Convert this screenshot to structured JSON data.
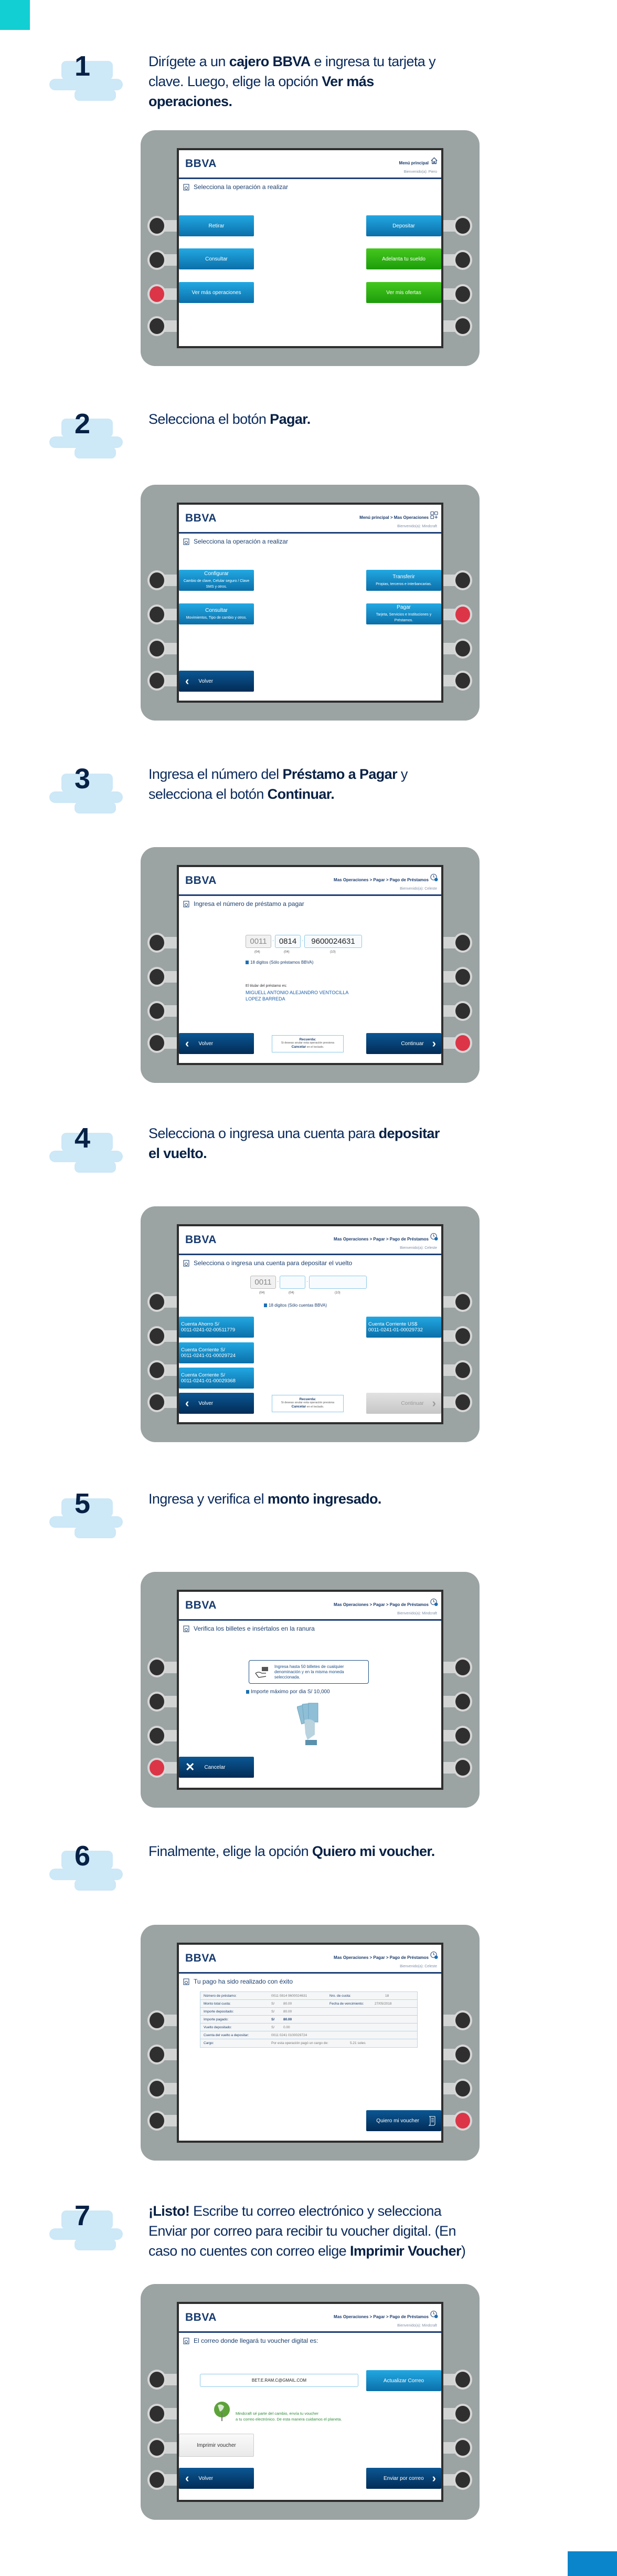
{
  "steps": [
    {
      "number": "1",
      "lines": [
        [
          {
            "t": "Dirígete a un "
          },
          {
            "t": "cajero BBVA"
          },
          {
            "t": " e ingresa tu tarjeta y"
          }
        ],
        [
          {
            "t": "clave. Luego, elige la opción "
          },
          {
            "t": "Ver más"
          }
        ],
        [
          {
            "t": "operaciones."
          }
        ]
      ]
    },
    {
      "number": "2",
      "lines": [
        [
          {
            "t": "Selecciona el botón "
          },
          {
            "t": "Pagar."
          }
        ]
      ]
    },
    {
      "number": "3",
      "lines": [
        [
          {
            "t": "Ingresa el número del "
          },
          {
            "t": "Préstamo a Pagar"
          },
          {
            "t": " y"
          }
        ],
        [
          {
            "t": "selecciona el botón "
          },
          {
            "t": "Continuar."
          }
        ]
      ]
    },
    {
      "number": "4",
      "lines": [
        [
          {
            "t": "Selecciona o ingresa una cuenta para "
          },
          {
            "t": "depositar"
          }
        ],
        [
          {
            "t": "el vuelto."
          }
        ]
      ]
    },
    {
      "number": "5",
      "lines": [
        [
          {
            "t": "Ingresa y verifica el "
          },
          {
            "t": "monto ingresado."
          }
        ]
      ]
    },
    {
      "number": "6",
      "lines": [
        [
          {
            "t": "Finalmente, elige la opción "
          },
          {
            "t": "Quiero mi voucher."
          }
        ]
      ]
    },
    {
      "number": "7",
      "lines": [
        [
          {
            "t": "¡Listo!"
          },
          {
            "t": " Escribe tu correo electrónico y selecciona"
          }
        ],
        [
          {
            "t": "Enviar por correo para recibir tu voucher digital. (En"
          }
        ],
        [
          {
            "t": "caso no cuentes con correo elige "
          },
          {
            "t": "Imprimir Voucher"
          },
          {
            "t": ")"
          }
        ]
      ]
    }
  ],
  "brand": "BBVA",
  "screens": {
    "s1": {
      "crumb": "Menú principal",
      "welcome": "Bienvenido(a): Piero",
      "title": "Selecciona la operación a realizar",
      "buttons": {
        "retirar": "Retirar",
        "depositar": "Depositar",
        "consultar": "Consultar",
        "adelanta": "Adelanta tu sueldo",
        "ver_mas": "Ver más operaciones",
        "ofertas": "Ver mis ofertas"
      }
    },
    "s2": {
      "crumb": "Menú principal > Mas Operaciones",
      "welcome": "Bienvenido(a): Mindcraft",
      "title": "Selecciona la operación a realizar",
      "buttons": {
        "configurar": "Configurar",
        "configurar_sub": "Cambio de clave, Celular seguro / Clave SMS y otros.",
        "transferir": "Transferir",
        "transferir_sub": "Propias, terceros e interbancarias.",
        "consultar": "Consultar",
        "consultar_sub": "Movimientos, Tipo de cambio y otros.",
        "pagar": "Pagar",
        "pagar_sub": "Tarjeta, Servicios e Instituciones y Préstamos.",
        "volver": "Volver"
      }
    },
    "s3": {
      "crumb": "Mas Operaciones > Pagar > Pago de Préstamos",
      "welcome": "Bienvenido(a): Celeste",
      "title": "Ingresa el número de préstamo a pagar",
      "fields": [
        "0011",
        "0814",
        "9600024631"
      ],
      "digits": [
        "(04)",
        "(04)",
        "(10)"
      ],
      "info": "18 digitos (Sólo préstamos BBVA)",
      "holder_label": "El titular del préstamo es:",
      "holder_lines": [
        "MIGUELL ANTONIO ALEJANDRO VENTOCILLA",
        "LOPEZ BARREDA"
      ],
      "reminder_title": "Recuerda:",
      "reminder_text": "Si deseas anular esta operación presiona",
      "reminder_bold": "Cancelar",
      "reminder_end": " en el teclado.",
      "volver": "Volver",
      "continuar": "Continuar"
    },
    "s4": {
      "crumb": "Mas Operaciones > Pagar > Pago de Préstamos",
      "welcome": "Bienvenido(a): Celeste",
      "title": "Selecciona o ingresa una cuenta para depositar el vuelto",
      "fields": [
        "0011",
        "",
        ""
      ],
      "digits": [
        "(04)",
        "(04)",
        "(10)"
      ],
      "info": "18 digitos (Sólo cuentas BBVA)",
      "accounts": [
        {
          "name": "Cuenta Ahorro S/",
          "number": "0011-0241-02-00511779"
        },
        {
          "name": "Cuenta Corriente S/",
          "number": "0011-0241-01-00029724"
        },
        {
          "name": "Cuenta Corriente S/",
          "number": "0011-0241-01-00029368"
        },
        {
          "name": "Cuenta Corriente US$",
          "number": "0011-0241-01-00029732"
        }
      ],
      "reminder_title": "Recuerda:",
      "reminder_text": "Si deseas anular esta operación presiona",
      "reminder_bold": "Cancelar",
      "reminder_end": " en el teclado.",
      "volver": "Volver",
      "continuar": "Continuar"
    },
    "s5": {
      "crumb": "Mas Operaciones > Pagar > Pago de Préstamos",
      "welcome": "Bienvenido(a): Mindcraft",
      "title": "Verifica los billetes e insértalos en la ranura",
      "notice": "Ingresa hasta 50 billetes de cualquier denominación y en la misma moneda seleccionada.",
      "info": "Importe máximo por dia S/ 10,000",
      "cancelar": "Cancelar"
    },
    "s6": {
      "crumb": "Mas Operaciones > Pagar > Pago de Préstamos",
      "welcome": "Bienvenido(a): Celeste",
      "title": "Tu pago ha sido realizado con éxito",
      "rows": [
        {
          "label": "Número de préstamo:",
          "value": "0011 0814 9600024631",
          "label2": "Nro. de cuota:",
          "value2": "18"
        },
        {
          "label": "Monto total cuota:",
          "cur": "S/",
          "value": "80.00",
          "label2": "Fecha de vencimiento:",
          "value2": "27/05/2018"
        },
        {
          "label": "Importe depositado:",
          "cur": "S/",
          "value": "80.00"
        },
        {
          "label": "Importe pagado:",
          "cur": "S/",
          "value": "80.00"
        },
        {
          "label": "Vuelto depositado:",
          "cur": "S/",
          "value": "0.00"
        },
        {
          "label": "Cuenta del vuelto a depositar:",
          "value": "0011 0241 0100029724"
        },
        {
          "label": "Cargo:",
          "value": "Por esta operación pagó un cargo de:",
          "value2": "5.21 soles"
        }
      ],
      "voucher": "Quiero mi voucher"
    },
    "s7": {
      "crumb": "Mas Operaciones > Pagar > Pago de Préstamos",
      "welcome": "Bienvenido(a): Mindcraft",
      "title": "El correo donde llegará tu voucher digital es:",
      "email": "BET.E.RAM.C@GMAIL.COM",
      "actualizar": "Actualizar Correo",
      "eco_lines": [
        "Mindcraft sé parte del cambio, envía tu voucher",
        "a tu correo electrónico. De esta manera cuidamos el planeta."
      ],
      "imprimir": "Imprimir voucher",
      "volver": "Volver",
      "enviar": "Enviar por correo"
    }
  },
  "colors": {
    "navy": "#072146",
    "teal": "#12cfd3",
    "button_blue": "#1a9ad6",
    "button_green": "#3cbf1a",
    "key_active": "#dc3548",
    "atm_gray": "#9ba3a3"
  }
}
